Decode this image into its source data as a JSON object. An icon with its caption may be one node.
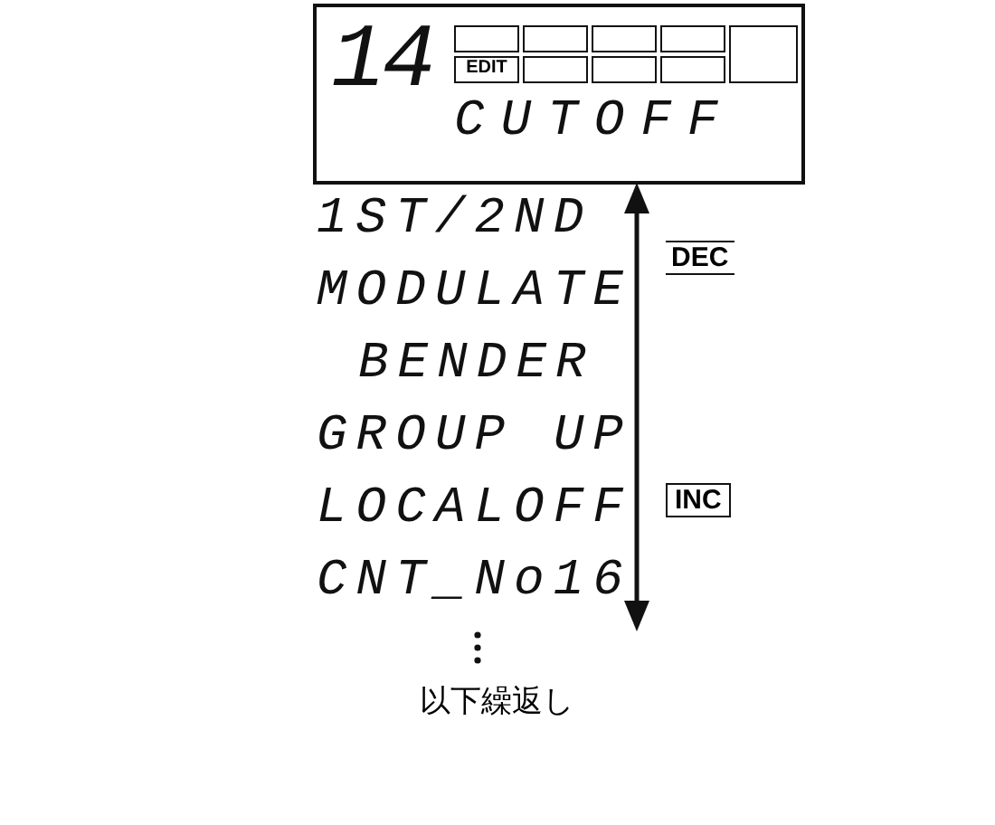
{
  "diagram": {
    "nodes": [
      {
        "text": [
          "14",
          "CUTOFF"
        ]
      },
      {
        "text": [],
        "shape": "box",
        "in": 0
      },
      {
        "text": [],
        "shape": "box",
        "in": 0
      },
      {
        "text": [],
        "shape": "box",
        "in": 0
      },
      {
        "text": [],
        "shape": "box",
        "in": 0
      },
      {
        "text": [],
        "shape": "box",
        "in": 0
      },
      {
        "text": [
          "EDIT"
        ],
        "in": 0
      },
      {
        "text": [],
        "shape": "box",
        "in": 0
      },
      {
        "text": [],
        "shape": "box",
        "in": 0
      },
      {
        "text": [],
        "shape": "box",
        "in": 0
      }
    ],
    "labels": [
      "1ST/2ND",
      "MODULATE",
      "BENDER",
      "GROUP UP",
      "LOCALOFF",
      "CNT_No16",
      "以下繰返し",
      "DEC",
      "INC"
    ]
  }
}
